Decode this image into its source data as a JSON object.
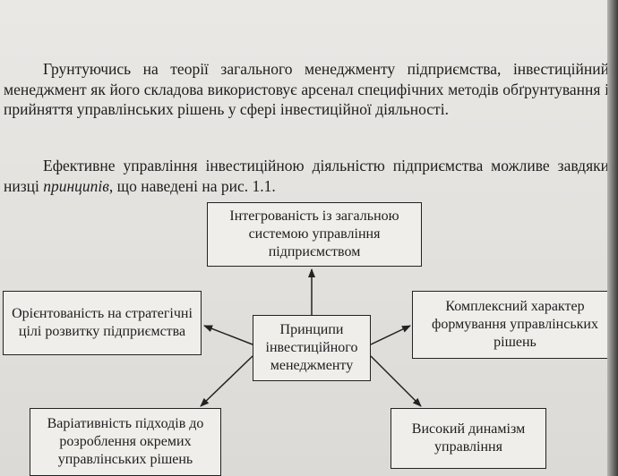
{
  "document": {
    "paragraph1": "Грунтуючись на теорії загального менеджменту підприємства, інвестиційний менеджмент як його складова використовує арсенал специфічних методів обґрунтування і прийняття управлінських рішень у сфері інвестиційної діяльності.",
    "paragraph2_before": "Ефективне управління інвестиційною діяльністю підприємства можливе завдяки низці ",
    "paragraph2_italic": "принципів",
    "paragraph2_after": ", що наведені на рис. 1.1."
  },
  "diagram": {
    "center": "Принципи інвестиційного менеджменту",
    "top": "Інтегрованість із загальною системою управління підприємством",
    "left": "Орієнтованість на стратегічні цілі розвитку підприємства",
    "right": "Комплексний характер формування управлінських рішень",
    "bottom_left": "Варіативність підходів до розроблення окремих управлінських рішень",
    "bottom_right": "Високий динамізм управління"
  }
}
